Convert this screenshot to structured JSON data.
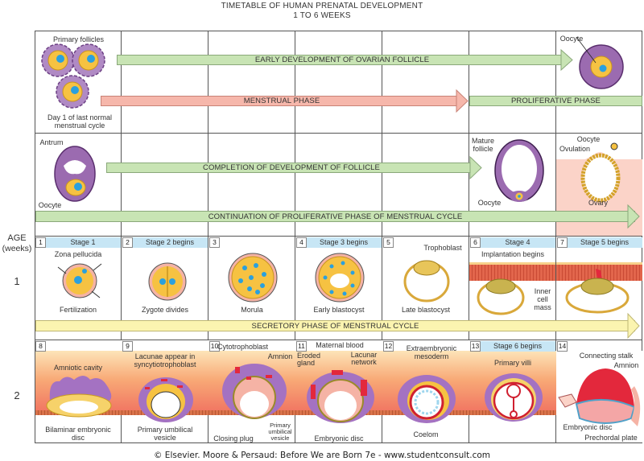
{
  "title": {
    "line1": "TIMETABLE OF HUMAN PRENATAL DEVELOPMENT",
    "line2": "1 TO 6 WEEKS"
  },
  "age_axis": {
    "label_line1": "AGE",
    "label_line2": "(weeks)",
    "rows": [
      "1",
      "2"
    ]
  },
  "phase_bars": {
    "early_follicle": "EARLY DEVELOPMENT OF OVARIAN FOLLICLE",
    "menstrual": "MENSTRUAL PHASE",
    "proliferative": "PROLIFERATIVE PHASE",
    "completion_follicle": "COMPLETION OF DEVELOPMENT OF FOLLICLE",
    "continuation_proliferative": "CONTINUATION OF PROLIFERATIVE PHASE OF MENSTRUAL CYCLE",
    "secretory": "SECRETORY PHASE OF MENSTRUAL CYCLE"
  },
  "ovarian_labels": {
    "primary_follicles": "Primary follicles",
    "day1_line1": "Day 1 of last normal",
    "day1_line2": "menstrual cycle",
    "oocyte_top": "Oocyte",
    "antrum": "Antrum",
    "oocyte_antral": "Oocyte",
    "mature_follicle_line1": "Mature",
    "mature_follicle_line2": "follicle",
    "oocyte_mature": "Oocyte",
    "oocyte_ovulation": "Oocyte",
    "ovulation": "Ovulation",
    "ovary": "Ovary"
  },
  "week1_days": [
    {
      "day": "1",
      "stage": "Stage 1",
      "top": "Zona pellucida",
      "caption": "Fertilization"
    },
    {
      "day": "2",
      "stage": "Stage 2 begins",
      "top": "",
      "caption": "Zygote divides"
    },
    {
      "day": "3",
      "stage": "",
      "top": "",
      "caption": "Morula"
    },
    {
      "day": "4",
      "stage": "Stage 3 begins",
      "top": "",
      "caption": "Early blastocyst"
    },
    {
      "day": "5",
      "stage": "",
      "top": "Trophoblast",
      "caption": "Late blastocyst"
    },
    {
      "day": "6",
      "stage": "Stage 4",
      "top": "Implantation begins",
      "caption": "",
      "side_line1": "Inner",
      "side_line2": "cell",
      "side_line3": "mass"
    },
    {
      "day": "7",
      "stage": "Stage 5 begins",
      "top": "",
      "caption": ""
    }
  ],
  "week2_days": [
    {
      "day": "8",
      "stage": "",
      "top": "Amniotic cavity",
      "caption_line1": "Bilaminar embryonic",
      "caption_line2": "disc"
    },
    {
      "day": "9",
      "stage": "",
      "top_line1": "Lacunae appear in",
      "top_line2": "syncytiotrophoblast",
      "caption_line1": "Primary umbilical",
      "caption_line2": "vesicle"
    },
    {
      "day": "10",
      "stage": "",
      "top": "Cytotrophoblast",
      "side": "Amnion",
      "caption": "Closing plug",
      "side2_line1": "Primary",
      "side2_line2": "umbilical",
      "side2_line3": "vesicle"
    },
    {
      "day": "11",
      "stage": "",
      "top": "Maternal blood",
      "side_left_line1": "Eroded",
      "side_left_line2": "gland",
      "side_right_line1": "Lacunar",
      "side_right_line2": "network",
      "caption": "Embryonic disc"
    },
    {
      "day": "12",
      "stage": "",
      "top_line1": "Extraembryonic",
      "top_line2": "mesoderm",
      "caption": "Coelom"
    },
    {
      "day": "13",
      "stage": "Stage 6 begins",
      "top": "Primary villi",
      "caption": ""
    },
    {
      "day": "14",
      "stage": "",
      "top": "Connecting stalk",
      "side": "Amnion",
      "caption1": "Embryonic disc",
      "caption2": "Prechordal plate"
    }
  ],
  "footer": "© Elsevier. Moore & Persaud: Before We are Born 7e - www.studentconsult.com",
  "colors": {
    "green_bar": "#c8e4b4",
    "pink_bar": "#f6b7ab",
    "yellow_bar": "#fbf4b0",
    "stage_header": "#c7e6f5",
    "follicle_purple": "#9b6bb0",
    "oocyte_yellow": "#f6c242",
    "nucleus_blue": "#2aa0de"
  }
}
